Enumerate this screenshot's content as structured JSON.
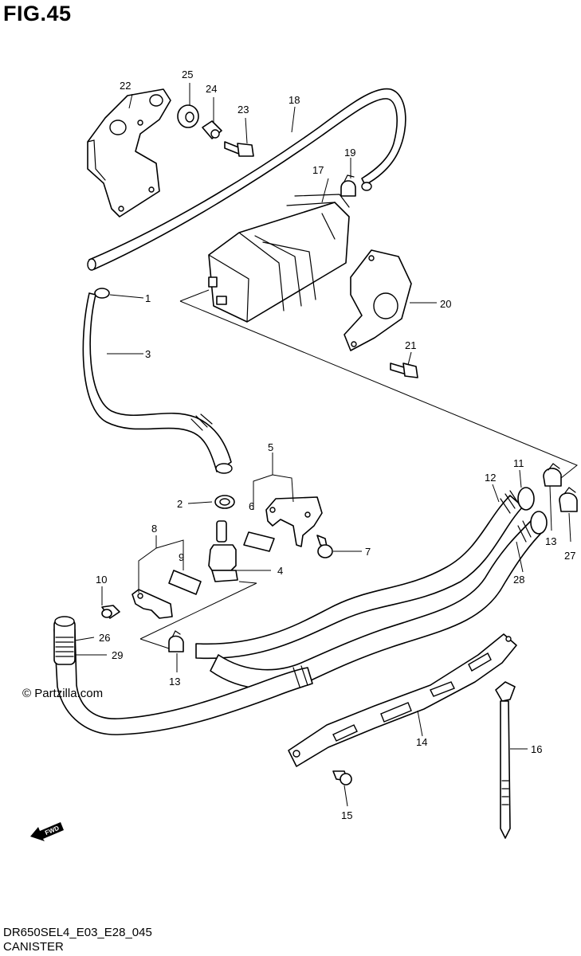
{
  "figure": {
    "title": "FIG.45",
    "model_code": "DR650SEL4_E03_E28_045",
    "section_name": "CANISTER",
    "watermark": "© Partzilla.com",
    "fwd_label": "FWD"
  },
  "parts": {
    "p1": "1",
    "p2": "2",
    "p3": "3",
    "p4": "4",
    "p5": "5",
    "p6": "6",
    "p7": "7",
    "p8": "8",
    "p9": "9",
    "p10": "10",
    "p11": "11",
    "p12": "12",
    "p13a": "13",
    "p13b": "13",
    "p14": "14",
    "p15": "15",
    "p16": "16",
    "p17": "17",
    "p18": "18",
    "p19": "19",
    "p20": "20",
    "p21": "21",
    "p22": "22",
    "p23": "23",
    "p24": "24",
    "p25": "25",
    "p26": "26",
    "p27": "27",
    "p28": "28",
    "p29": "29"
  }
}
